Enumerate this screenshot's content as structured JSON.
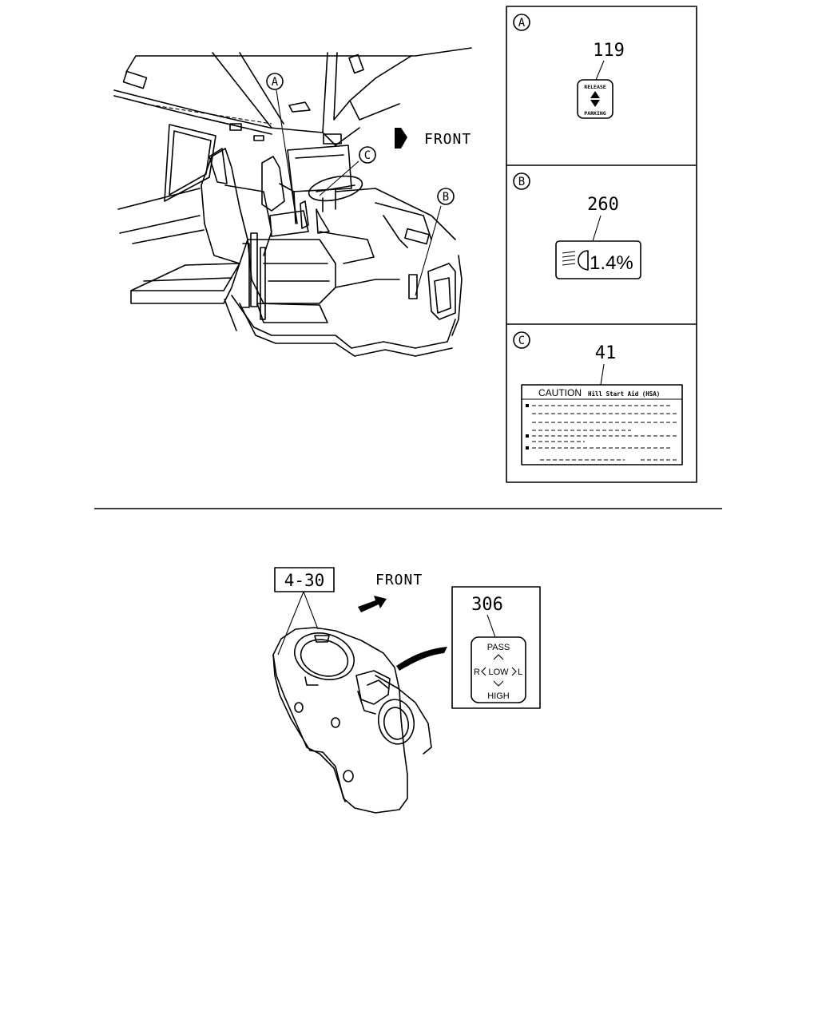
{
  "upper_figure": {
    "front_label": "FRONT",
    "callout_a": "A",
    "callout_b": "B",
    "callout_c": "C"
  },
  "detail_panels": [
    {
      "key": "A",
      "part_number": "119",
      "label_top": "RELEASE",
      "label_bottom": "PARKING"
    },
    {
      "key": "B",
      "part_number": "260",
      "value_text": "1.4%"
    },
    {
      "key": "C",
      "part_number": "41",
      "heading": "CAUTION",
      "subheading": "Hill Start Aid (HSA)"
    }
  ],
  "lower_figure": {
    "ref_box": "4-30",
    "front_label": "FRONT",
    "part_number": "306",
    "label_pass": "PASS",
    "label_r": "R",
    "label_low": "LOW",
    "label_l": "L",
    "label_high": "HIGH"
  }
}
